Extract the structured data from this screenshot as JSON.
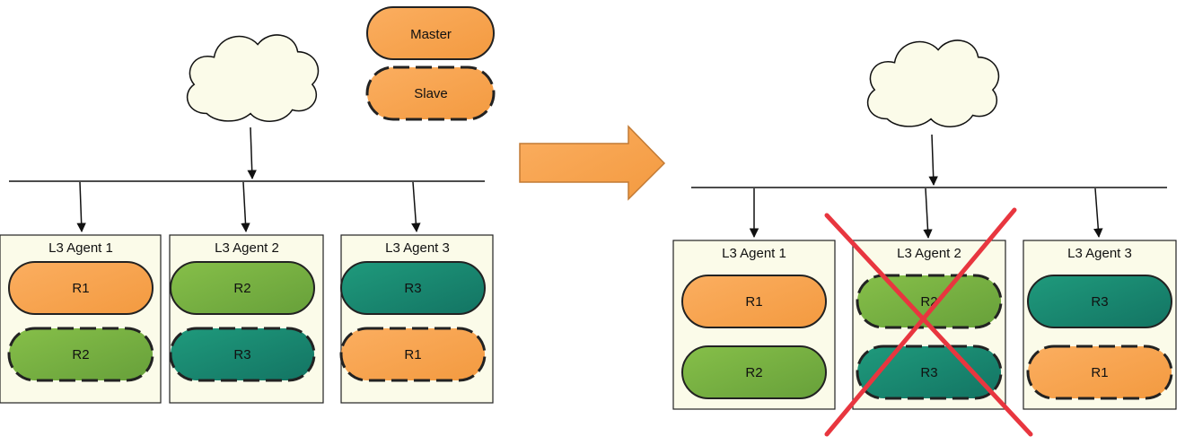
{
  "legend": {
    "master_label": "Master",
    "slave_label": "Slave"
  },
  "colors": {
    "orange": "#f7a04a",
    "green": "#7ab243",
    "teal": "#1a8a70",
    "agent_box": "#fbfbe9",
    "cross": "#e8363f"
  },
  "before": {
    "agents": [
      {
        "title": "L3 Agent 1",
        "routers": [
          {
            "label": "R1",
            "role": "master",
            "color": "orange"
          },
          {
            "label": "R2",
            "role": "slave",
            "color": "green"
          }
        ]
      },
      {
        "title": "L3 Agent 2",
        "routers": [
          {
            "label": "R2",
            "role": "master",
            "color": "green"
          },
          {
            "label": "R3",
            "role": "slave",
            "color": "teal"
          }
        ]
      },
      {
        "title": "L3 Agent 3",
        "routers": [
          {
            "label": "R3",
            "role": "master",
            "color": "teal"
          },
          {
            "label": "R1",
            "role": "slave",
            "color": "orange"
          }
        ]
      }
    ]
  },
  "after": {
    "agents": [
      {
        "title": "L3 Agent 1",
        "routers": [
          {
            "label": "R1",
            "role": "master",
            "color": "orange"
          },
          {
            "label": "R2",
            "role": "master",
            "color": "green"
          }
        ]
      },
      {
        "title": "L3 Agent 2",
        "failed": true,
        "routers": [
          {
            "label": "R2",
            "role": "slave",
            "color": "green"
          },
          {
            "label": "R3",
            "role": "slave",
            "color": "teal"
          }
        ]
      },
      {
        "title": "L3 Agent 3",
        "routers": [
          {
            "label": "R3",
            "role": "master",
            "color": "teal"
          },
          {
            "label": "R1",
            "role": "slave",
            "color": "orange"
          }
        ]
      }
    ]
  }
}
